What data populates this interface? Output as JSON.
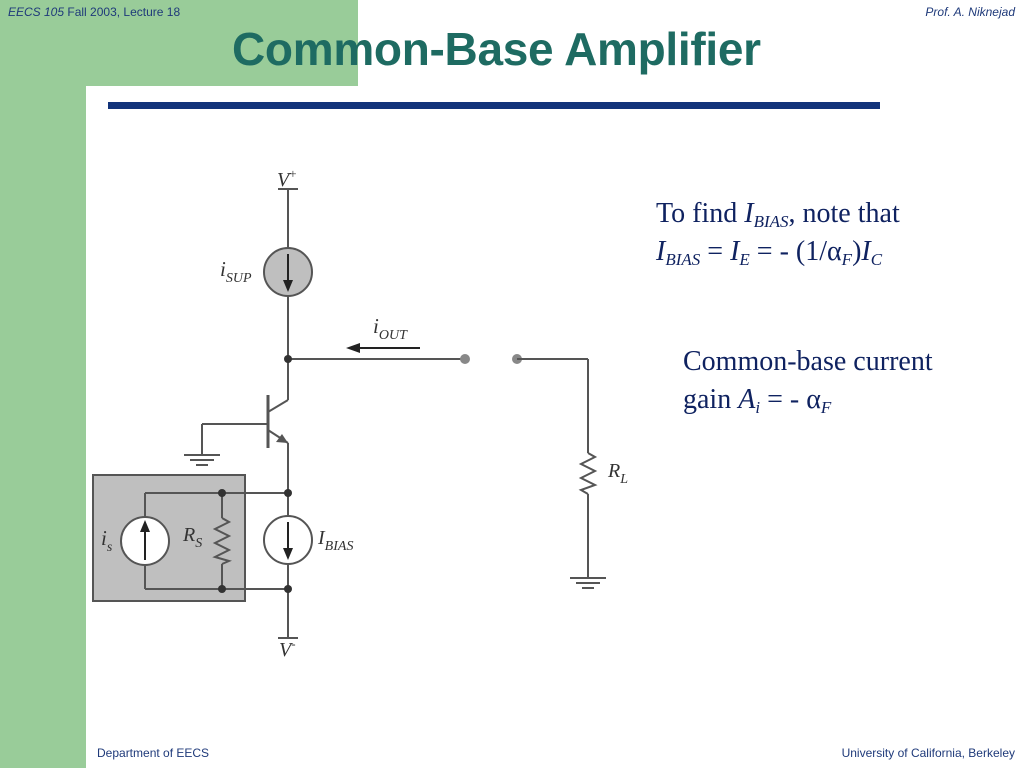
{
  "header": {
    "course_italic": "EECS 105",
    "course_rest": " Fall 2003, Lecture 18",
    "author": "Prof. A. Niknejad"
  },
  "title": "Common-Base Amplifier",
  "notes": {
    "bias": {
      "line1_a": "To find ",
      "line1_b": "I",
      "line1_c": "BIAS",
      "line1_d": ", note that",
      "line2_a": "I",
      "line2_b": "BIAS",
      "line2_c": " = ",
      "line2_d": "I",
      "line2_e": "E",
      "line2_f": " = - (1/",
      "line2_g": "α",
      "line2_h": "F",
      "line2_i": ")",
      "line2_j": "I",
      "line2_k": "C"
    },
    "gain": {
      "line1": "Common-base current",
      "line2_a": "gain ",
      "line2_b": "A",
      "line2_c": "i",
      "line2_d": " = - ",
      "line2_e": "α",
      "line2_f": "F"
    }
  },
  "circuit": {
    "vplus": {
      "main": "V",
      "sup": "+"
    },
    "vminus": {
      "main": "V",
      "sup": "-"
    },
    "isup": {
      "main": "i",
      "sub": "SUP"
    },
    "iout": {
      "main": "i",
      "sub": "OUT"
    },
    "ibias": {
      "main": "I",
      "sub": "BIAS"
    },
    "is": {
      "main": "i",
      "sub": "s"
    },
    "rs": {
      "main": "R",
      "sub": "S"
    },
    "rl": {
      "main": "R",
      "sub": "L"
    }
  },
  "footer": {
    "left": "Department of EECS",
    "right": "University of California, Berkeley"
  },
  "colors": {
    "accent_green": "#99cc99",
    "title_teal": "#1e6b62",
    "rule_navy": "#12337a",
    "text_navy": "#0f2260"
  }
}
